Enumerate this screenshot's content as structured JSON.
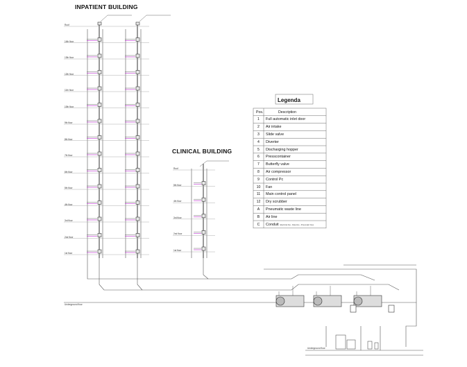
{
  "titles": {
    "inpatient": "INPATIENT BUILDING",
    "clinical": "CLINICAL BUILDING"
  },
  "inpatient_floors": [
    "Roof",
    "14th floor",
    "13th floor",
    "12th floor",
    "11th floor",
    "10th floor",
    "9th floor",
    "8th floor",
    "7th floor",
    "6th floor",
    "5th floor",
    "4th floor",
    "3rd floor",
    "2nd floor",
    "1st floor"
  ],
  "clinical_floors": [
    "Roof",
    "5th floor",
    "4th floor",
    "3rd floor",
    "2nd floor",
    "1st floor"
  ],
  "underground_labels": [
    "Underground floor",
    "Underground floor"
  ],
  "legend": {
    "title": "Legenda",
    "header_pos": "Pos.",
    "header_desc": "Description",
    "items": [
      {
        "pos": "1",
        "desc": "Full automatic inlet door",
        "note": ""
      },
      {
        "pos": "2",
        "desc": "Air intake",
        "note": ""
      },
      {
        "pos": "3",
        "desc": "Slide valve",
        "note": ""
      },
      {
        "pos": "4",
        "desc": "Diverter",
        "note": ""
      },
      {
        "pos": "5",
        "desc": "Discharging hopper",
        "note": ""
      },
      {
        "pos": "6",
        "desc": "Presscontainer",
        "note": ""
      },
      {
        "pos": "7",
        "desc": "Butterfly valve",
        "note": ""
      },
      {
        "pos": "8",
        "desc": "Air compressor",
        "note": ""
      },
      {
        "pos": "9",
        "desc": "Control Pc",
        "note": ""
      },
      {
        "pos": "10",
        "desc": "Fan",
        "note": ""
      },
      {
        "pos": "11",
        "desc": "Main control panel",
        "note": ""
      },
      {
        "pos": "12",
        "desc": "Dry scrubber",
        "note": ""
      },
      {
        "pos": "A",
        "desc": "Pneumatic waste line",
        "note": ""
      },
      {
        "pos": "B",
        "desc": "Air line",
        "note": ""
      },
      {
        "pos": "C",
        "desc": "Conduit",
        "note": "Electrical line - Data line - Pneumatic lines"
      }
    ]
  },
  "colors": {
    "line": "#555555",
    "accent": "#b000c8",
    "text": "#111111"
  }
}
